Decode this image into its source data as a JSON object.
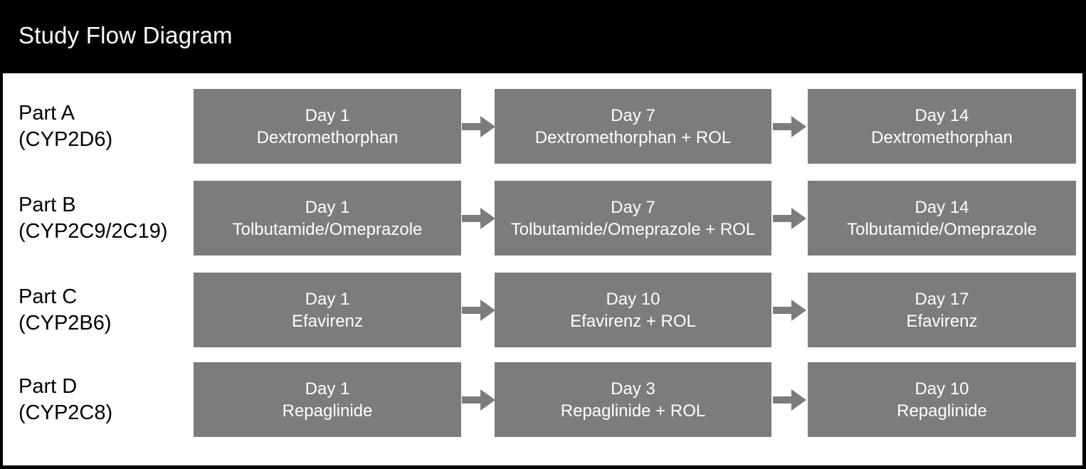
{
  "header": {
    "title": "Study Flow Diagram",
    "background_color": "#000000",
    "text_color": "#ffffff"
  },
  "theme": {
    "box_fill": "#7c7c7c",
    "box_text": "#ffffff",
    "arrow_fill": "#7c7c7c",
    "page_background": "#ffffff",
    "frame_border": "#000000",
    "label_text": "#000000"
  },
  "diagram": {
    "type": "flow",
    "columns": 3,
    "arrow_icon": "right-arrow-icon",
    "rows": [
      {
        "label_line1": "Part A",
        "label_line2": "(CYP2D6)",
        "boxes": [
          {
            "day": "Day 1",
            "treatment": "Dextromethorphan"
          },
          {
            "day": "Day 7",
            "treatment": "Dextromethorphan + ROL"
          },
          {
            "day": "Day 14",
            "treatment": "Dextromethorphan"
          }
        ]
      },
      {
        "label_line1": "Part B",
        "label_line2": "(CYP2C9/2C19)",
        "boxes": [
          {
            "day": "Day 1",
            "treatment": "Tolbutamide/Omeprazole"
          },
          {
            "day": "Day 7",
            "treatment": "Tolbutamide/Omeprazole + ROL"
          },
          {
            "day": "Day 14",
            "treatment": "Tolbutamide/Omeprazole"
          }
        ]
      },
      {
        "label_line1": "Part C",
        "label_line2": "(CYP2B6)",
        "boxes": [
          {
            "day": "Day 1",
            "treatment": "Efavirenz"
          },
          {
            "day": "Day 10",
            "treatment": "Efavirenz + ROL"
          },
          {
            "day": "Day 17",
            "treatment": "Efavirenz"
          }
        ]
      },
      {
        "label_line1": "Part D",
        "label_line2": "(CYP2C8)",
        "boxes": [
          {
            "day": "Day 1",
            "treatment": "Repaglinide"
          },
          {
            "day": "Day 3",
            "treatment": "Repaglinide + ROL"
          },
          {
            "day": "Day 10",
            "treatment": "Repaglinide"
          }
        ]
      }
    ]
  }
}
